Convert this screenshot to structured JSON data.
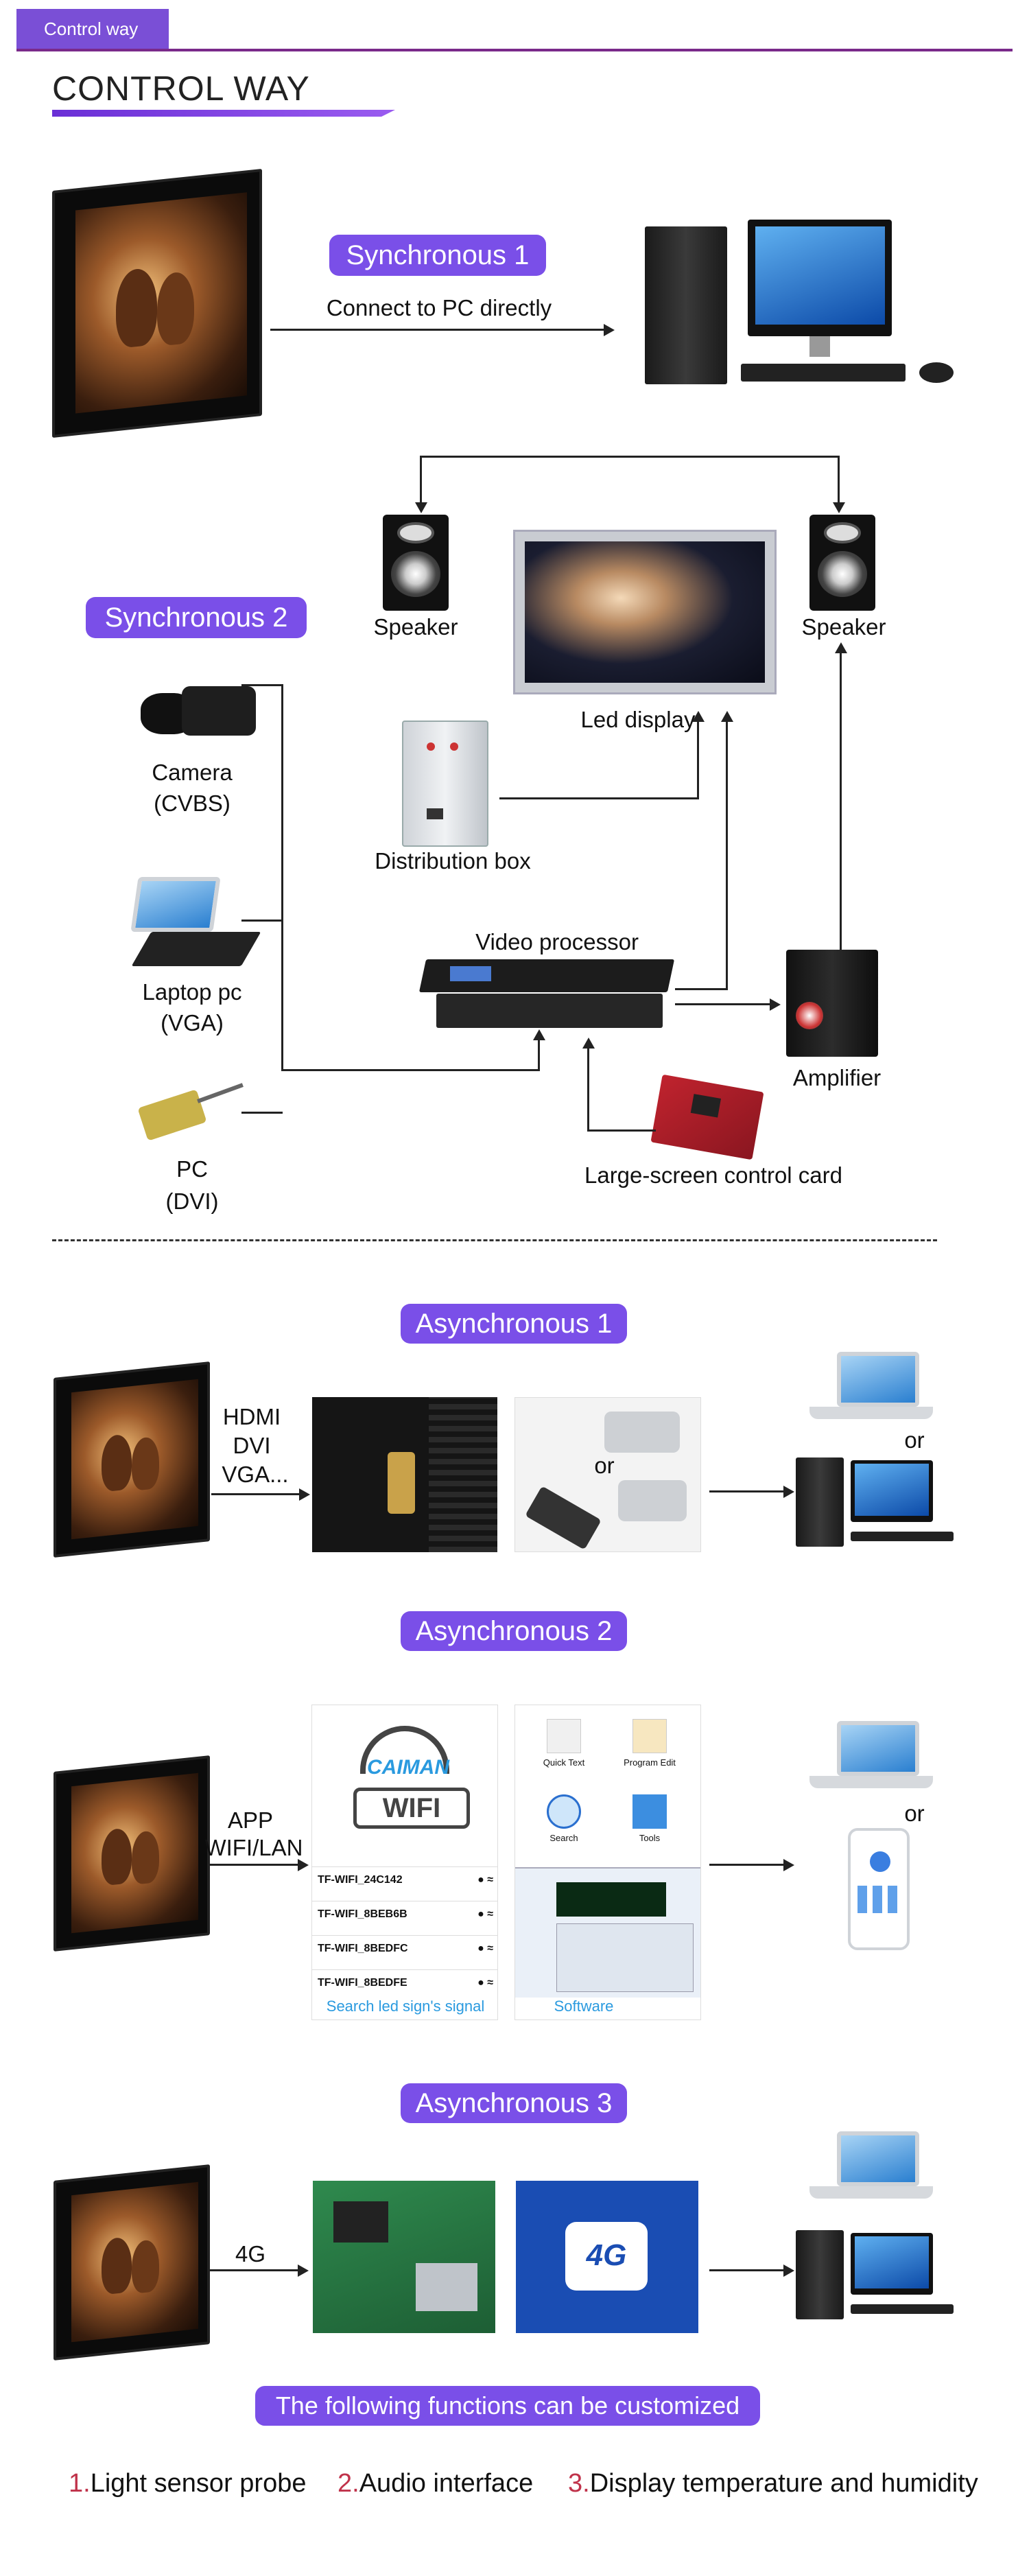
{
  "header": {
    "tab": "Control way",
    "title": "CONTROL WAY"
  },
  "sync1": {
    "badge": "Synchronous 1",
    "arrow_label": "Connect to PC directly"
  },
  "sync2": {
    "badge": "Synchronous 2",
    "speaker_left": "Speaker",
    "speaker_right": "Speaker",
    "led_display": "Led display",
    "distribution_box": "Distribution box",
    "video_processor": "Video processor",
    "amplifier": "Amplifier",
    "control_card": "Large-screen control card",
    "camera": "Camera",
    "camera_sig": "(CVBS)",
    "laptop": "Laptop pc",
    "laptop_sig": "(VGA)",
    "pc": "PC",
    "pc_sig": "(DVI)"
  },
  "async1": {
    "badge": "Asynchronous 1",
    "input_1": "HDMI",
    "input_2": "DVI",
    "input_3": "VGA...",
    "or_1": "or",
    "or_2": "or"
  },
  "async2": {
    "badge": "Asynchronous 2",
    "input_1": "APP",
    "input_2": "WIFI/LAN",
    "wifi_brand": "CAIMAN",
    "wifi_text": "WIFI",
    "networks": [
      "TF-WIFI_24C142",
      "TF-WIFI_8BEB6B",
      "TF-WIFI_8BEDFC",
      "TF-WIFI_8BEDFE"
    ],
    "search_caption": "Search led sign's signal",
    "app_buttons": [
      "Quick Text",
      "Program Edit",
      "Search",
      "Tools"
    ],
    "software_caption": "Software",
    "or": "or"
  },
  "async3": {
    "badge": "Asynchronous 3",
    "input": "4G",
    "chip_label": "4G"
  },
  "custom_banner": "The following functions can be customized",
  "features": [
    {
      "num": "1.",
      "text": "Light sensor probe"
    },
    {
      "num": "2.",
      "text": "Audio interface"
    },
    {
      "num": "3.",
      "text": "Display temperature and humidity"
    }
  ]
}
